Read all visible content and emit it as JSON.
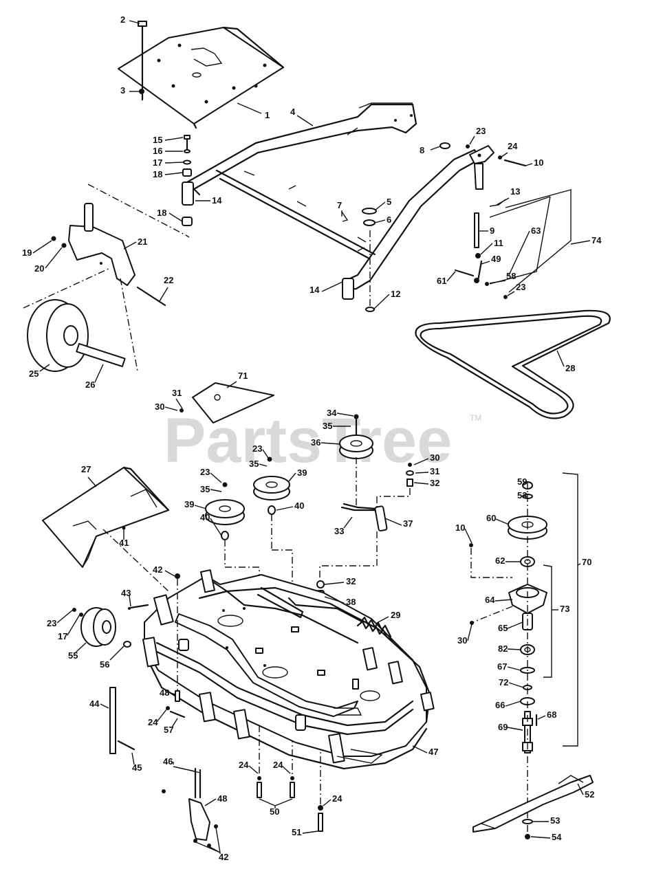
{
  "watermark": {
    "text": "PartsTree",
    "trademark": "TM"
  },
  "callouts": [
    {
      "id": "c2",
      "label": "2"
    },
    {
      "id": "c3",
      "label": "3"
    },
    {
      "id": "c1",
      "label": "1"
    },
    {
      "id": "c4",
      "label": "4"
    },
    {
      "id": "c15",
      "label": "15"
    },
    {
      "id": "c16a",
      "label": "16"
    },
    {
      "id": "c17a",
      "label": "17"
    },
    {
      "id": "c18a",
      "label": "18"
    },
    {
      "id": "c14a",
      "label": "14"
    },
    {
      "id": "c18b",
      "label": "18"
    },
    {
      "id": "c19",
      "label": "19"
    },
    {
      "id": "c20",
      "label": "20"
    },
    {
      "id": "c21",
      "label": "21"
    },
    {
      "id": "c22",
      "label": "22"
    },
    {
      "id": "c25",
      "label": "25"
    },
    {
      "id": "c26",
      "label": "26"
    },
    {
      "id": "c7",
      "label": "7"
    },
    {
      "id": "c5",
      "label": "5"
    },
    {
      "id": "c6",
      "label": "6"
    },
    {
      "id": "c14b",
      "label": "14"
    },
    {
      "id": "c12",
      "label": "12"
    },
    {
      "id": "c8",
      "label": "8"
    },
    {
      "id": "c23a",
      "label": "23"
    },
    {
      "id": "c24a",
      "label": "24"
    },
    {
      "id": "c10a",
      "label": "10"
    },
    {
      "id": "c13",
      "label": "13"
    },
    {
      "id": "c9",
      "label": "9"
    },
    {
      "id": "c63",
      "label": "63"
    },
    {
      "id": "c74",
      "label": "74"
    },
    {
      "id": "c11",
      "label": "11"
    },
    {
      "id": "c49",
      "label": "49"
    },
    {
      "id": "c61",
      "label": "61"
    },
    {
      "id": "c58",
      "label": "58"
    },
    {
      "id": "c23b",
      "label": "23"
    },
    {
      "id": "c28",
      "label": "28"
    },
    {
      "id": "c71",
      "label": "71"
    },
    {
      "id": "c31a",
      "label": "31"
    },
    {
      "id": "c30a",
      "label": "30"
    },
    {
      "id": "c34",
      "label": "34"
    },
    {
      "id": "c35a",
      "label": "35"
    },
    {
      "id": "c36",
      "label": "36"
    },
    {
      "id": "c27",
      "label": "27"
    },
    {
      "id": "c23c",
      "label": "23"
    },
    {
      "id": "c35b",
      "label": "35"
    },
    {
      "id": "c39a",
      "label": "39"
    },
    {
      "id": "c23d",
      "label": "23"
    },
    {
      "id": "c35c",
      "label": "35"
    },
    {
      "id": "c39b",
      "label": "39"
    },
    {
      "id": "c40a",
      "label": "40"
    },
    {
      "id": "c40b",
      "label": "40"
    },
    {
      "id": "c30b",
      "label": "30"
    },
    {
      "id": "c31b",
      "label": "31"
    },
    {
      "id": "c32a",
      "label": "32"
    },
    {
      "id": "c33",
      "label": "33"
    },
    {
      "id": "c37",
      "label": "37"
    },
    {
      "id": "c41",
      "label": "41"
    },
    {
      "id": "c59",
      "label": "59"
    },
    {
      "id": "c53a",
      "label": "53"
    },
    {
      "id": "c60",
      "label": "60"
    },
    {
      "id": "c70",
      "label": "70"
    },
    {
      "id": "c10b",
      "label": "10"
    },
    {
      "id": "c62",
      "label": "62"
    },
    {
      "id": "c42a",
      "label": "42"
    },
    {
      "id": "c43",
      "label": "43"
    },
    {
      "id": "c32b",
      "label": "32"
    },
    {
      "id": "c38",
      "label": "38"
    },
    {
      "id": "c64",
      "label": "64"
    },
    {
      "id": "c73",
      "label": "73"
    },
    {
      "id": "c23e",
      "label": "23"
    },
    {
      "id": "c17b",
      "label": "17"
    },
    {
      "id": "c29",
      "label": "29"
    },
    {
      "id": "c30c",
      "label": "30"
    },
    {
      "id": "c65",
      "label": "65"
    },
    {
      "id": "c55",
      "label": "55"
    },
    {
      "id": "c56",
      "label": "56"
    },
    {
      "id": "c82",
      "label": "82"
    },
    {
      "id": "c67",
      "label": "67"
    },
    {
      "id": "c72",
      "label": "72"
    },
    {
      "id": "c48a",
      "label": "48"
    },
    {
      "id": "c66",
      "label": "66"
    },
    {
      "id": "c44",
      "label": "44"
    },
    {
      "id": "c24b",
      "label": "24"
    },
    {
      "id": "c57",
      "label": "57"
    },
    {
      "id": "c68",
      "label": "68"
    },
    {
      "id": "c69",
      "label": "69"
    },
    {
      "id": "c47",
      "label": "47"
    },
    {
      "id": "c45",
      "label": "45"
    },
    {
      "id": "c24c",
      "label": "24"
    },
    {
      "id": "c24d",
      "label": "24"
    },
    {
      "id": "c46",
      "label": "46"
    },
    {
      "id": "c48b",
      "label": "48"
    },
    {
      "id": "c24e",
      "label": "24"
    },
    {
      "id": "c52",
      "label": "52"
    },
    {
      "id": "c50",
      "label": "50"
    },
    {
      "id": "c53b",
      "label": "53"
    },
    {
      "id": "c51",
      "label": "51"
    },
    {
      "id": "c54",
      "label": "54"
    },
    {
      "id": "c42b",
      "label": "42"
    }
  ]
}
